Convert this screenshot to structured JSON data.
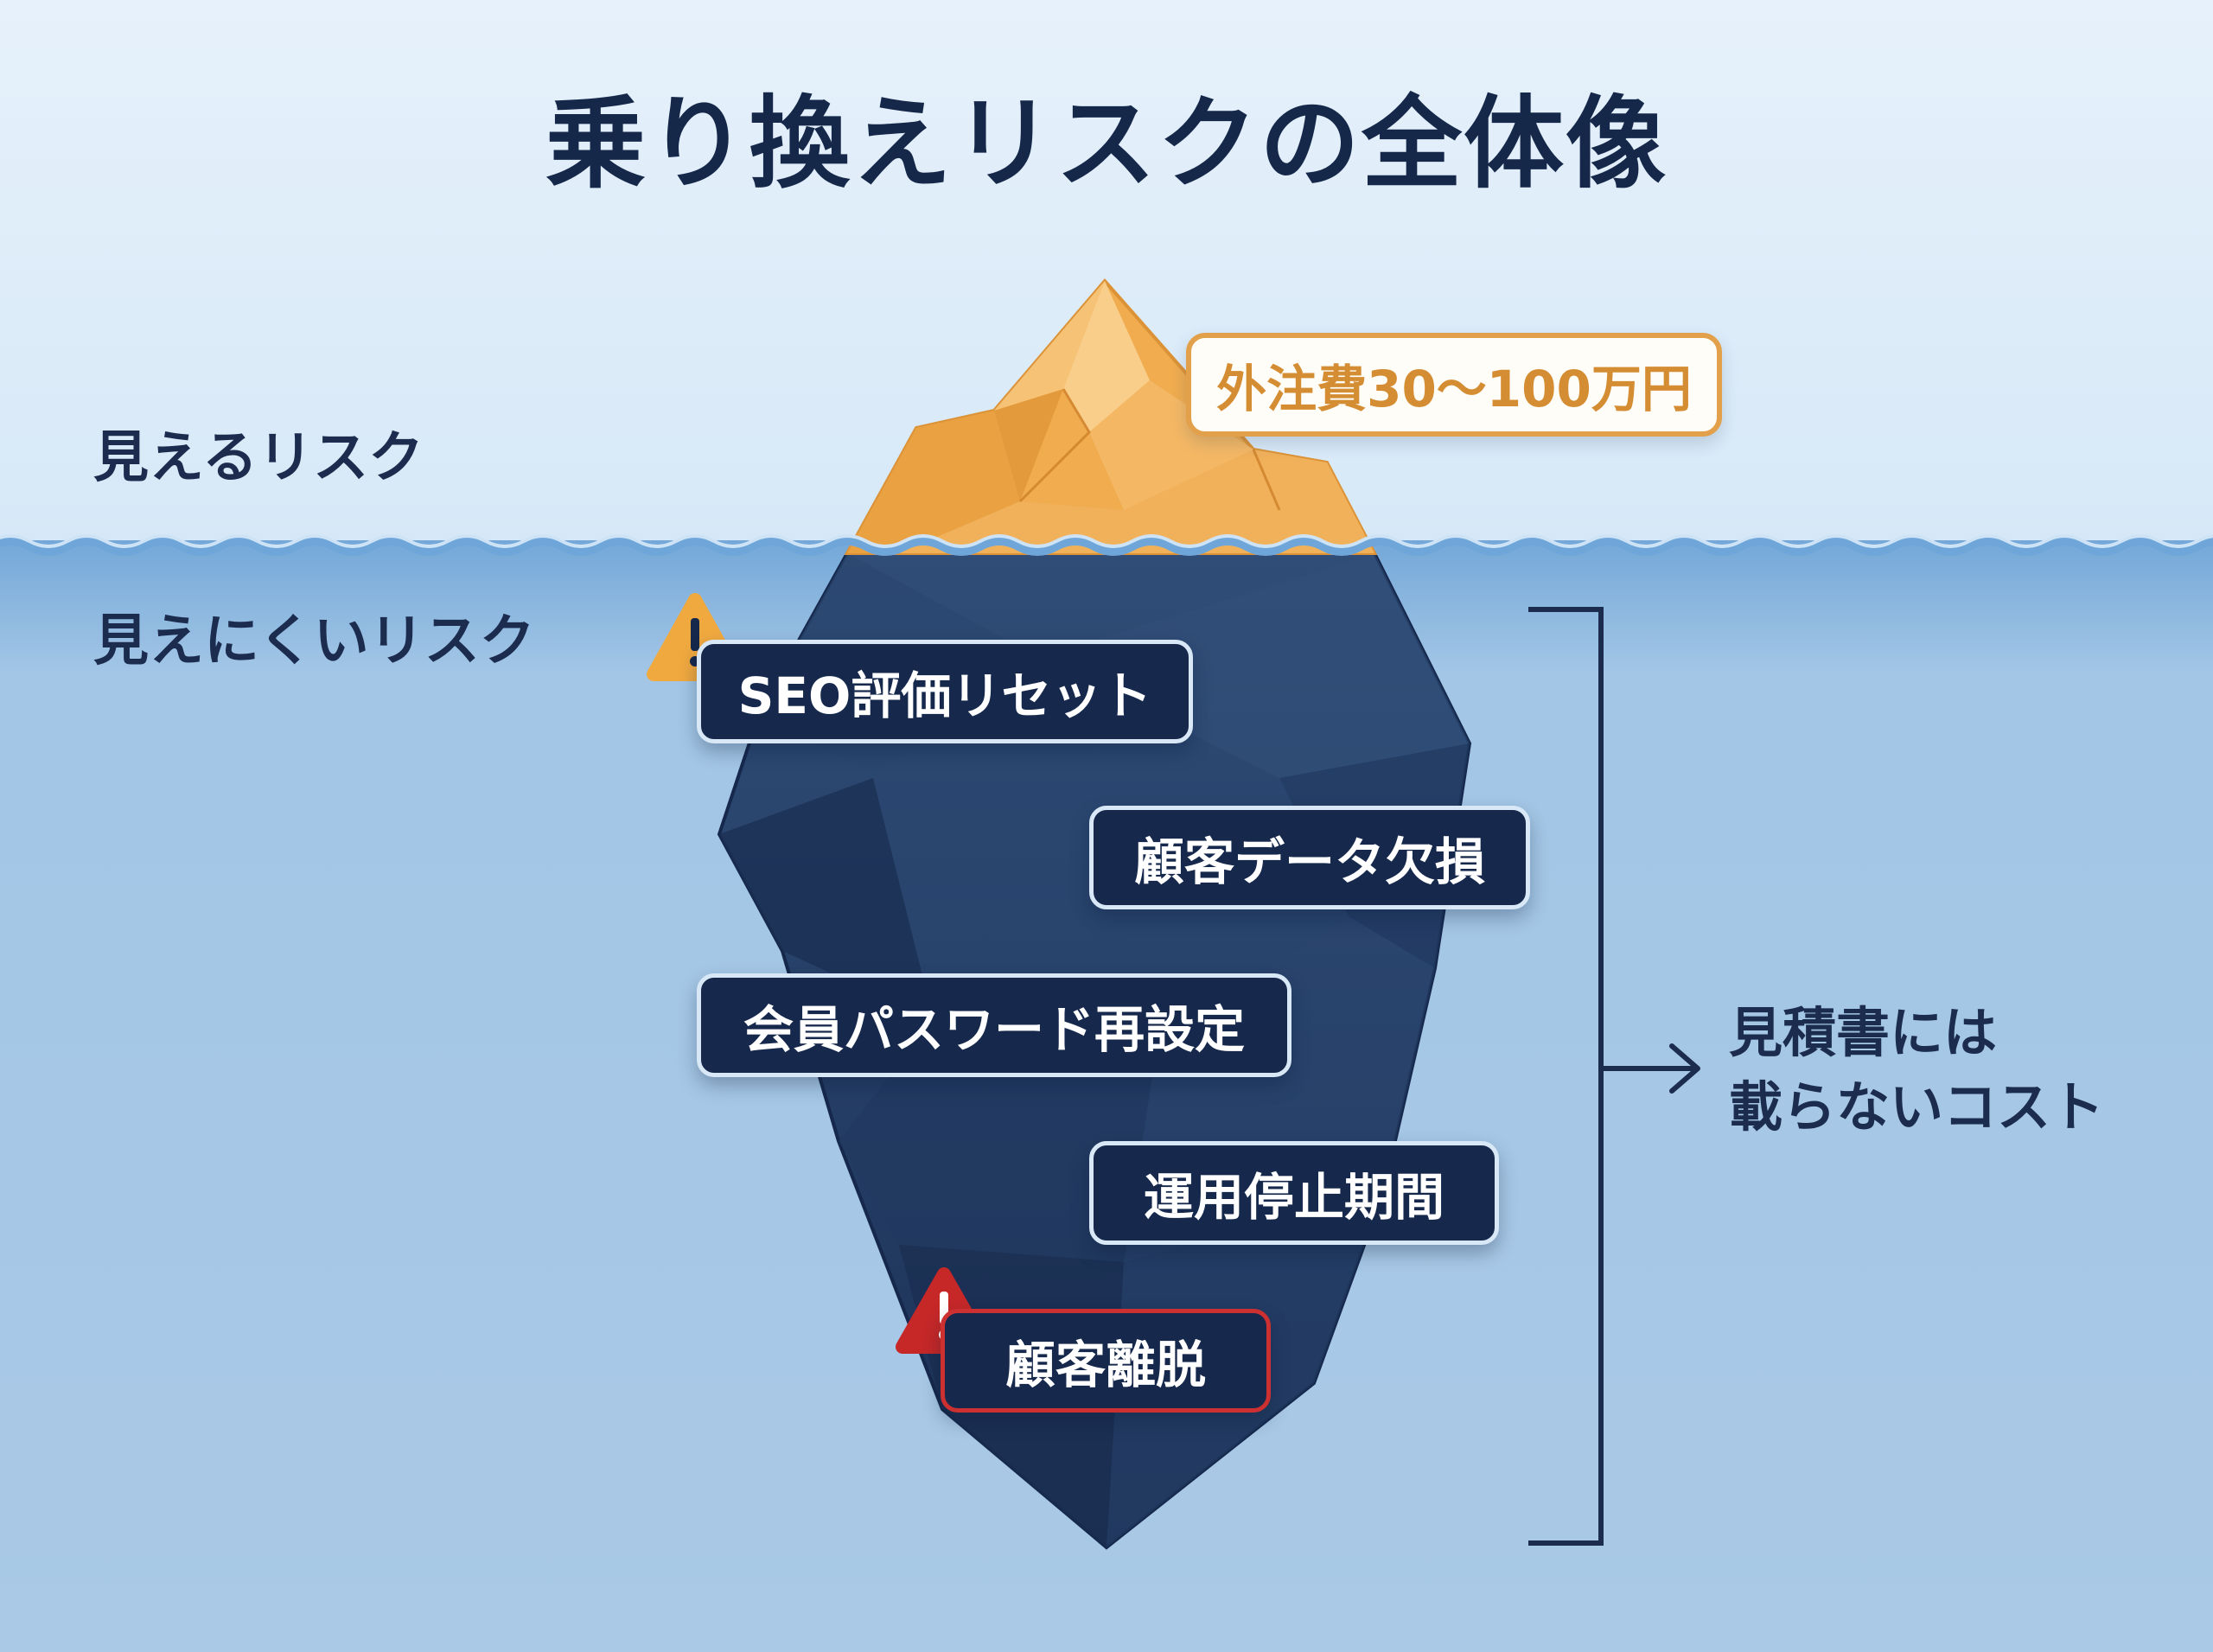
{
  "title": "乗り換えリスクの全体像",
  "zones": {
    "visible_label": "見えるリスク",
    "hidden_label": "見えにくいリスク"
  },
  "visible_cost": {
    "label": "外注費30〜100万円",
    "color": "#e2a04a"
  },
  "hidden_risks": [
    {
      "label": "SEO評価リセット",
      "warning": "caution"
    },
    {
      "label": "顧客データ欠損",
      "warning": "none"
    },
    {
      "label": "会員パスワード再設定",
      "warning": "none"
    },
    {
      "label": "運用停止期間",
      "warning": "none"
    },
    {
      "label": "顧客離脱",
      "warning": "danger"
    }
  ],
  "bracket_note": {
    "line1": "見積書には",
    "line2": "載らないコスト"
  },
  "icons": {
    "caution": "warning-triangle-icon",
    "danger": "warning-triangle-icon",
    "arrow": "arrow-right-icon"
  },
  "colors": {
    "sky": "#dcebf8",
    "water": "#a9c9e6",
    "iceberg_tip": "#f0ac4f",
    "iceberg_submerged": "#1c3156",
    "navy": "#16294d",
    "caution": "#f0a93f",
    "danger": "#c62828"
  }
}
